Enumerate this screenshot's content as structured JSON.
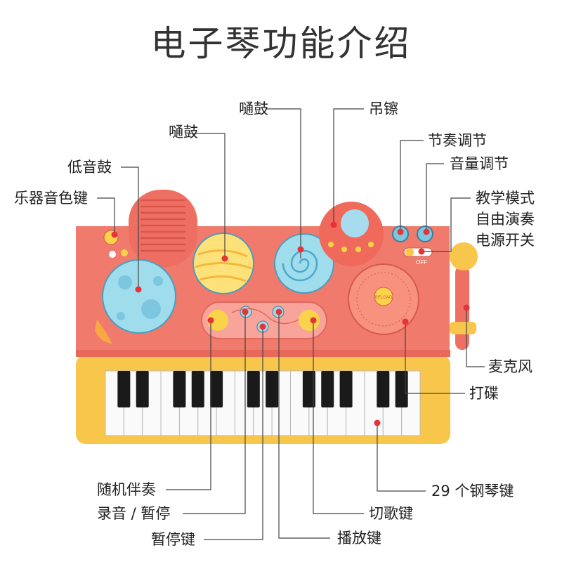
{
  "title": "电子琴功能介绍",
  "labels": {
    "tom1": "嗵鼓",
    "tom2": "嗵鼓",
    "cymbal": "吊镲",
    "rhythm": "节奏调节",
    "volume": "音量调节",
    "bass_drum": "低音鼓",
    "instrument_tone": "乐器音色键",
    "teach_mode": "教学模式",
    "free_play": "自由演奏",
    "power": "电源开关",
    "microphone": "麦克风",
    "dj": "打碟",
    "random_accomp": "随机伴奏",
    "record_pause": "录音 / 暂停",
    "pause_key": "暂停键",
    "switch_song": "切歌键",
    "play_key": "播放键",
    "piano_keys": "29 个钢琴键"
  },
  "device": {
    "switch_text": "OFF",
    "dj_center_text": "RELOAD"
  },
  "colors": {
    "body": "#f07a6c",
    "keybed": "#f8c64a",
    "marker": "#e8323a",
    "drum_blue": "#9fdcec",
    "drum_yellow": "#fde27a",
    "mic": "#ee6f64"
  }
}
